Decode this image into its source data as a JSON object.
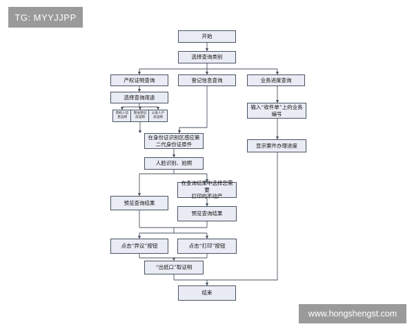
{
  "watermarks": {
    "top_left": "TG: MYYJJPP",
    "bottom_right": "www.hongshengst.com"
  },
  "nodes": {
    "start": "开始",
    "select_type": "选择查询类别",
    "property_cert": "产权证明查询",
    "registry_info": "登记信息查询",
    "business_progress": "业务进度查询",
    "select_purpose": "选择查询用途",
    "purpose_1": "有权人信\n息证明",
    "purpose_2": "现住登记\n房证明",
    "purpose_3": "公安人户\n房证明",
    "id_reader": "在身份证识别区感应第\n二代身份证原件",
    "input_receipt": "输入“收件单”上的业务\n编号",
    "show_progress": "显示案件办理进度",
    "face_photo": "人脸识别、拍照",
    "select_property": "在查询结果中选择您需要\n打印的不动产",
    "preview_left": "预览查询结果",
    "preview_right": "预览查询结果",
    "btn_objection": "点击“异议”按钮",
    "btn_print": "点击“打印”按钮",
    "collect": "“出纸口”取证明",
    "end": "结束"
  }
}
